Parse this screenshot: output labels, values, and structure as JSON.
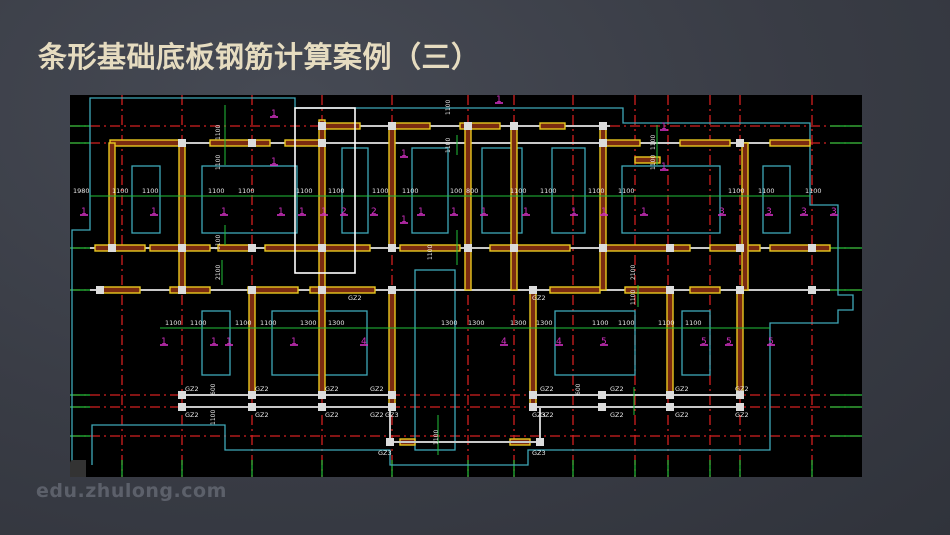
{
  "slide": {
    "title": "条形基础底板钢筋计算案例（三）",
    "watermark": "edu.zhulong.com"
  },
  "drawing": {
    "name": "strip-foundation-plan",
    "colors": {
      "background": "#000000",
      "axis": "#d22020",
      "foundation_edge": "#3fa8b8",
      "beam": "#e8c820",
      "beam_fill": "#7a2a10",
      "wall": "#c8c8c8",
      "dimension": "#22c03a",
      "section_mark": "#d030c0",
      "text": "#e8e8e8",
      "highlight": "#ffffff"
    },
    "dimension_labels": {
      "left_edge": "1980",
      "standard": "1100",
      "wide": "1300",
      "narrow_a": "100",
      "narrow_b": "800",
      "vertical_2100": "2100",
      "vertical_600": "600"
    },
    "section_marks": [
      "1",
      "1",
      "1",
      "1",
      "1",
      "1",
      "1",
      "2",
      "2",
      "1",
      "1",
      "1",
      "1",
      "1",
      "1",
      "1",
      "1",
      "1",
      "1",
      "1",
      "1",
      "1",
      "3",
      "3",
      "3",
      "3",
      "1",
      "1",
      "1",
      "1",
      "4",
      "4",
      "4",
      "5",
      "5",
      "5",
      "5"
    ],
    "column_labels": [
      "GZ2",
      "GZ3"
    ],
    "highlight_box": "selected-strip"
  }
}
